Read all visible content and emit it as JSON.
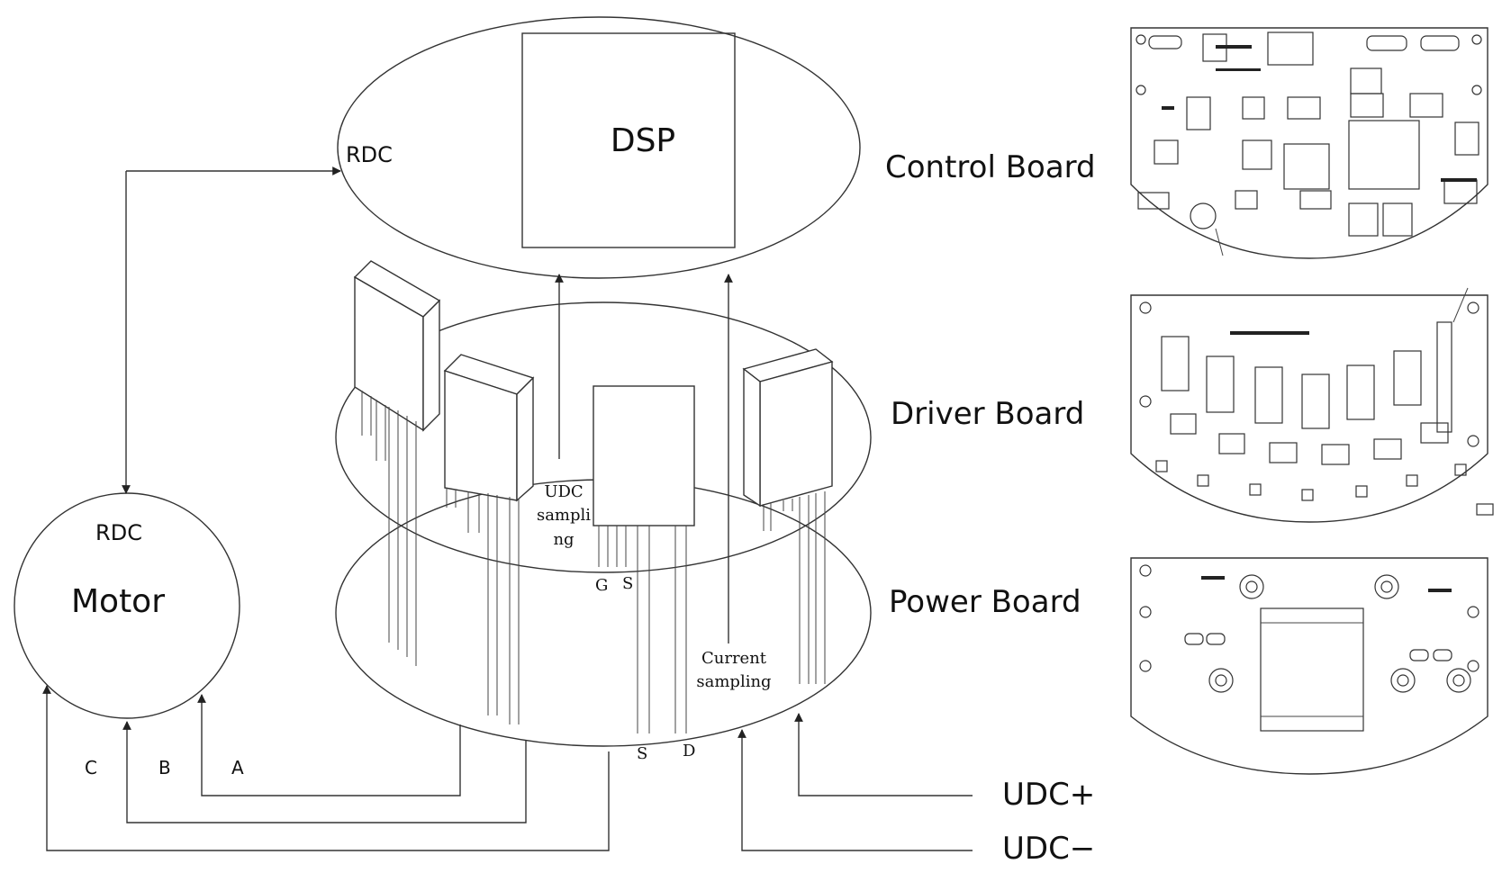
{
  "labels": {
    "dsp": "DSP",
    "rdc_control": "RDC",
    "control_board": "Control Board",
    "driver_board": "Driver Board",
    "power_board": "Power Board",
    "motor": "Motor",
    "rdc_motor": "RDC",
    "udc_sampling_1": "UDC",
    "udc_sampling_2": "sampli",
    "udc_sampling_3": "ng",
    "current_sampling_1": "Current",
    "current_sampling_2": "sampling",
    "pin_g": "G",
    "pin_s_top": "S",
    "pin_s_bottom": "S",
    "pin_d": "D",
    "phase_c": "C",
    "phase_b": "B",
    "phase_a": "A",
    "udc_plus": "UDC+",
    "udc_minus": "UDC−"
  }
}
